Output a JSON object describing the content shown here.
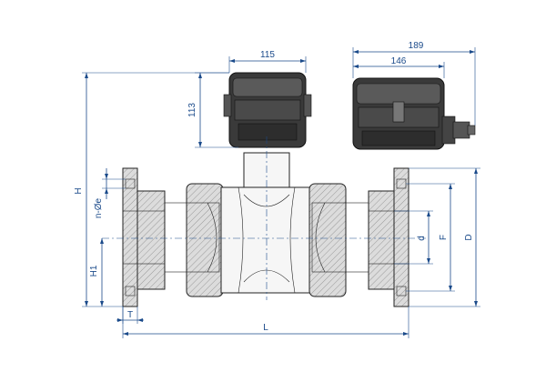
{
  "dimensions": {
    "actuator_width": "115",
    "actuator_height": "113",
    "side_total_width": "189",
    "side_body_width": "146",
    "overall_height": "H",
    "bolt_holes": "n-Øe",
    "centre_height": "H1",
    "flange_thickness": "T",
    "overall_length": "L",
    "bore": "d",
    "pitch_circle": "F",
    "flange_diameter": "D"
  },
  "colors": {
    "dimension": "#1a4a8a",
    "hatch_fill": "#d9d9d9",
    "body_fill": "#f2f2f2",
    "actuator_fill": "#3a3a3a"
  }
}
